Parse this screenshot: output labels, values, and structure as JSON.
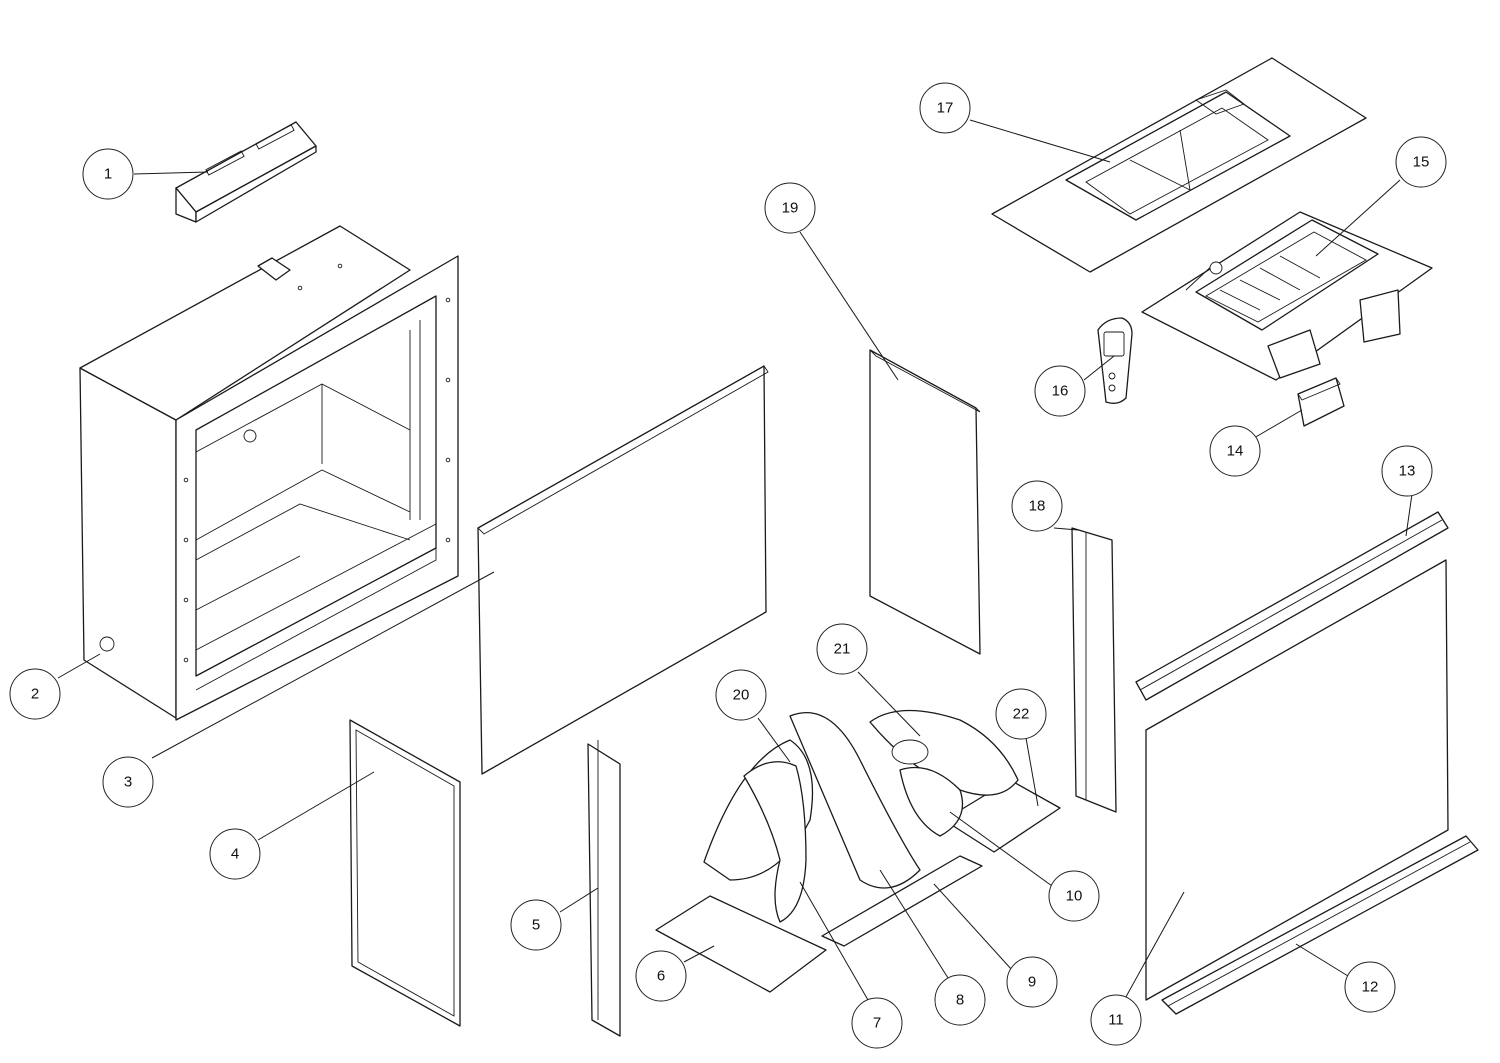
{
  "diagram": {
    "type": "exploded parts diagram",
    "callouts": [
      "1",
      "2",
      "3",
      "4",
      "5",
      "6",
      "7",
      "8",
      "9",
      "10",
      "11",
      "12",
      "13",
      "14",
      "15",
      "16",
      "17",
      "18",
      "19",
      "20",
      "21",
      "22"
    ]
  }
}
